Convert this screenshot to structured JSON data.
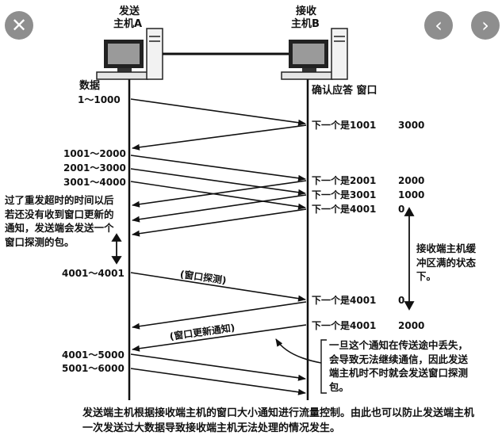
{
  "ui": {
    "close_label": "✕",
    "prev_label": "‹",
    "next_label": "›"
  },
  "diagram": {
    "sender_title_1": "发送",
    "sender_title_2": "主机A",
    "receiver_title_1": "接收",
    "receiver_title_2": "主机B",
    "data_label": "数据",
    "ack_header": "确认应答 窗口",
    "left_ranges": [
      "1～1000",
      "1001～2000",
      "2001～3000",
      "3001～4000",
      "4001～4001",
      "4001～5000",
      "5001～6000"
    ],
    "acks": [
      {
        "next": "下一个是1001",
        "window": "3000"
      },
      {
        "next": "下一个是2001",
        "window": "2000"
      },
      {
        "next": "下一个是3001",
        "window": "1000"
      },
      {
        "next": "下一个是4001",
        "window": "0"
      },
      {
        "next": "下一个是4001",
        "window": "0"
      },
      {
        "next": "下一个是4001",
        "window": "2000"
      }
    ],
    "probe_label": "(窗口探测)",
    "update_label": "(窗口更新通知)",
    "left_note": "过了重发超时的时间以后若还没有收到窗口更新的通知，发送端会发送一个窗口探测的包。",
    "right_note": "接收端主机缓冲区满的状态下。",
    "warn_note": "一旦这个通知在传送途中丢失，会导致无法继续通信，因此发送端主机时不时就会发送窗口探测包。",
    "bottom_note": "发送端主机根据接收端主机的窗口大小通知进行流量控制。由此也可以防止发送端主机一次发送过大数据导致接收端主机无法处理的情况发生。"
  }
}
